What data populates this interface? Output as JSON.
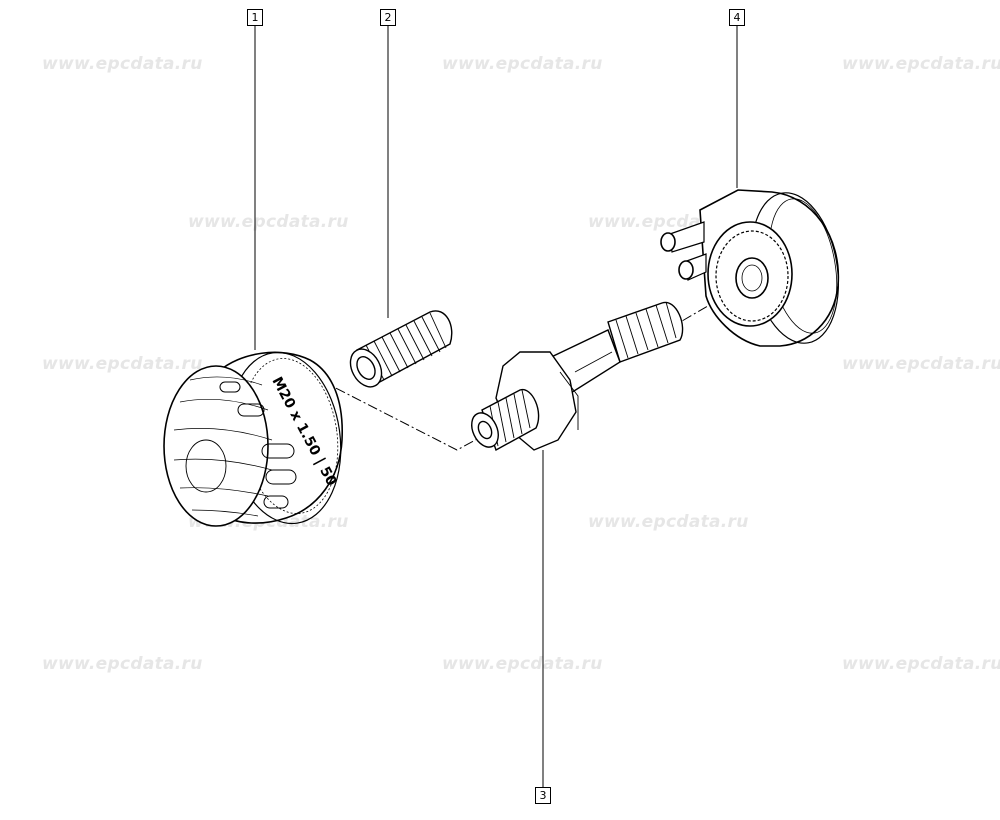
{
  "watermark": "www.epcdata.ru",
  "parts": [
    {
      "number": "1",
      "name": "oil-filter"
    },
    {
      "number": "2",
      "name": "threaded-nipple"
    },
    {
      "number": "3",
      "name": "hollow-bolt"
    },
    {
      "number": "4",
      "name": "filter-adapter-housing"
    }
  ],
  "filter_thread_marking": "M20 x 1.50 | 50",
  "colors": {
    "line": "#000000",
    "watermark": "#e6e6e6",
    "background": "#ffffff"
  }
}
